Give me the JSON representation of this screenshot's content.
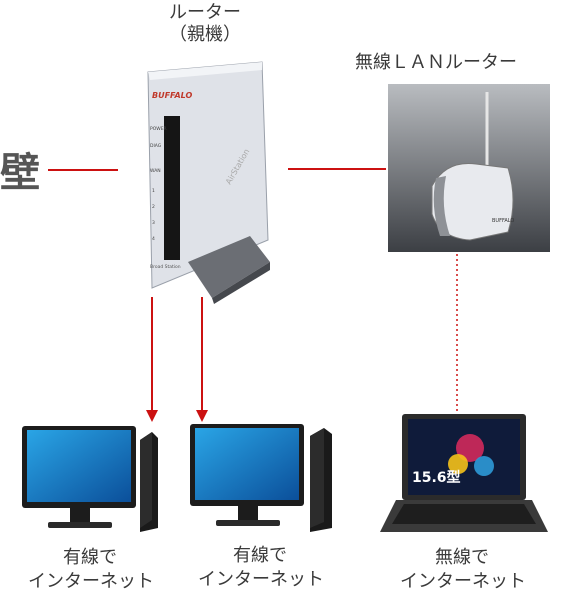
{
  "labels": {
    "router_line1": "ルーター",
    "router_line2": "（親機）",
    "wireless_router": "無線ＬＡＮルーター",
    "wall": "壁",
    "wired1_line1": "有線で",
    "wired1_line2": "インターネット",
    "wired2_line1": "有線で",
    "wired2_line2": "インターネット",
    "wireless_line1": "無線で",
    "wireless_line2": "インターネット"
  },
  "router": {
    "brand": "BUFFALO",
    "leds": [
      "POWER",
      "DIAG",
      "WAN",
      "1",
      "2",
      "3",
      "4"
    ],
    "side_text": "AirStation",
    "bottom_text": "Broad Station"
  },
  "wireless_router": {
    "brand": "BUFFALO"
  },
  "laptop": {
    "sticker": "15.6型"
  },
  "colors": {
    "wired": "#cc1111",
    "wireless": "#cc1111",
    "label": "#3a3a3a"
  }
}
